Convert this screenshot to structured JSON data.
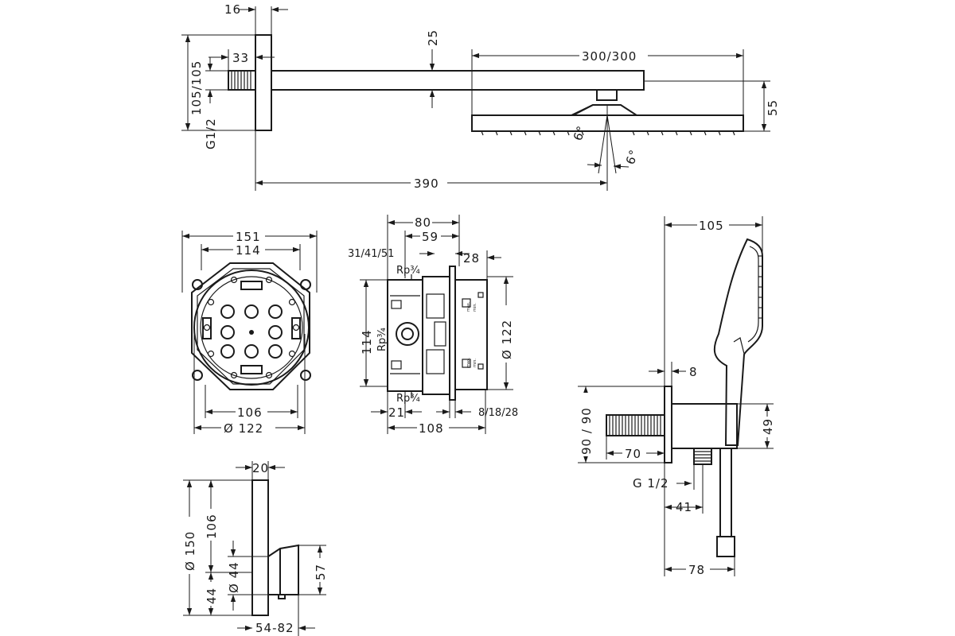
{
  "drawing": {
    "overhead": {
      "flange_thickness": "16",
      "thread_length": "33",
      "arm_height": "25",
      "arm_offset": "105/105",
      "thread_size": "G1/2",
      "head_width": "300/300",
      "head_height": "55",
      "total_length": "390",
      "tilt_a": "6°",
      "tilt_b": "6°"
    },
    "flange_plate": {
      "outer_width": "151",
      "inner_width": "114",
      "bottom_width": "106",
      "diameter": "Ø 122"
    },
    "ibox": {
      "width_80": "80",
      "width_59": "59",
      "range": "31/41/51",
      "depth_28": "28",
      "rp_top": "Rp¾",
      "height_114": "114",
      "rp_side": "Rp¾",
      "rp_bottom": "Rp¾",
      "diameter": "Ø 122",
      "offset_21": "21",
      "plaster": "8/18/28",
      "base_108": "108",
      "micro_labels": [
        "max.",
        "min.",
        "max.",
        "min."
      ]
    },
    "handshower": {
      "width": "105",
      "wall_gap": "8",
      "holder_offset": "90 / 90",
      "holder_height": "49",
      "pipe_length": "70",
      "thread": "G 1/2",
      "outlet_offset": "41",
      "hose_offset": "78"
    },
    "thermostat": {
      "depth": "20",
      "plate_height": "Ø 150",
      "inner_106": "106",
      "knob_44": "Ø 44",
      "bottom_44": "44",
      "knob_57": "57",
      "projection": "54-82"
    }
  }
}
